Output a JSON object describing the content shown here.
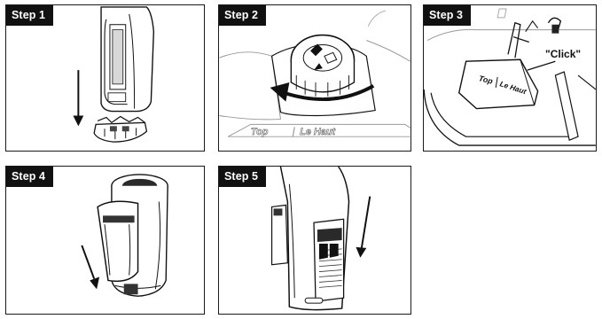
{
  "steps": [
    {
      "label": "Step 1"
    },
    {
      "label": "Step 2"
    },
    {
      "label": "Step 3"
    },
    {
      "label": "Step 4"
    },
    {
      "label": "Step 5"
    }
  ],
  "tank_text": {
    "top": "Top",
    "le_haut": "Le Haut"
  },
  "step3_callout": "\"Click\""
}
